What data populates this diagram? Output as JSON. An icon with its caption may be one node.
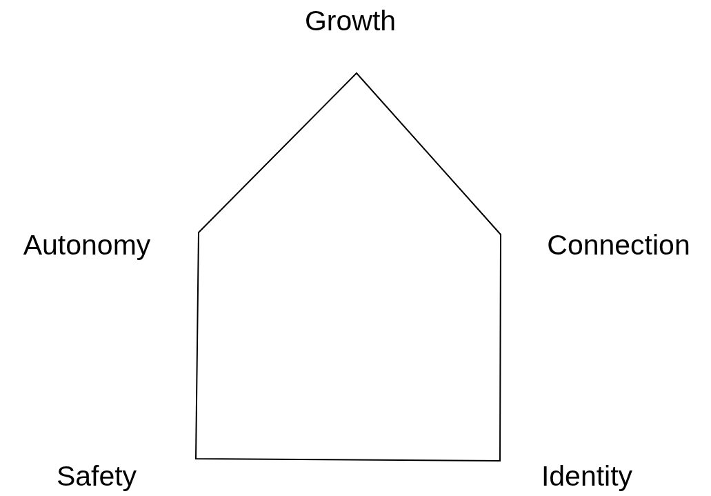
{
  "diagram": {
    "labels": [
      "Growth",
      "Autonomy",
      "Connection",
      "Safety",
      "Identity"
    ]
  }
}
